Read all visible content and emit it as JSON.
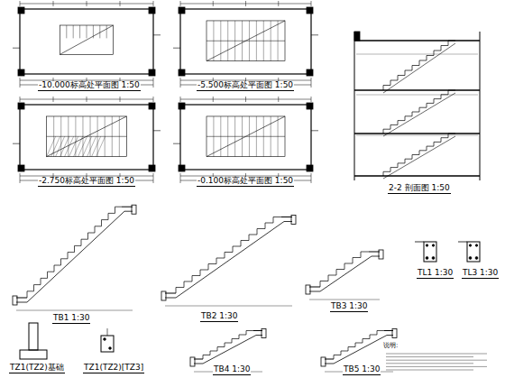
{
  "diagram": {
    "labels": [
      "-10.000标高处平面图 1:50",
      "-5.500标高处平面图 1:50",
      "-2.750标高处平面图 1:50",
      "-0.100标高处平面图 1:50",
      "2-2 剖面图 1:50",
      "TB1 1:30",
      "TB2 1:30",
      "TB3 1:30",
      "TL1 1:30",
      "TL3 1:30",
      "TZ1(TZ2)基础",
      "TZ1(TZ2)[TZ3]",
      "TB4 1:30",
      "TB5 1:30",
      "说明:"
    ]
  }
}
